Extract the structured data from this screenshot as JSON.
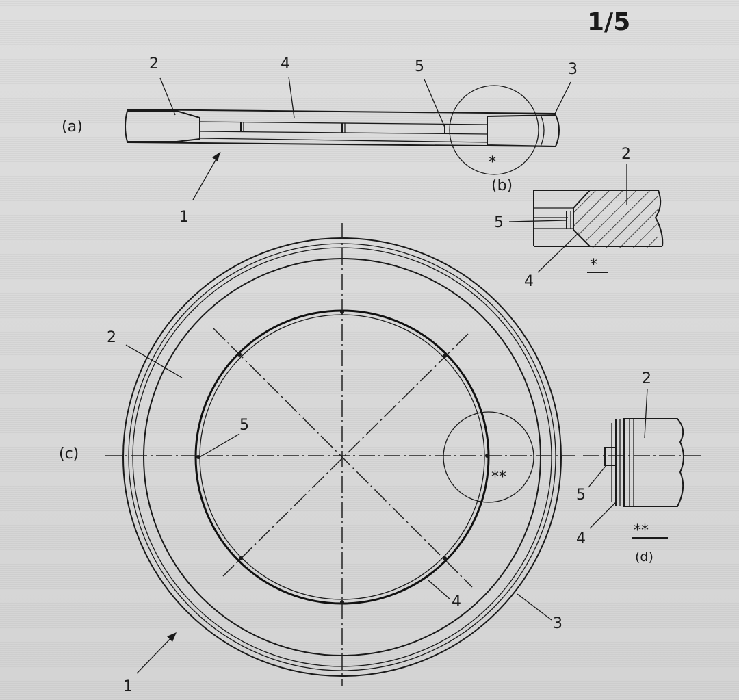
{
  "page": {
    "number": "1/5"
  },
  "views": {
    "a": "(a)",
    "b": "(b)",
    "c": "(c)",
    "d": "(d)"
  },
  "markers": {
    "single": "*",
    "double": "**"
  },
  "labels": {
    "ref_1": "1",
    "ref_2": "2",
    "ref_3": "3",
    "ref_4": "4",
    "ref_5": "5"
  }
}
